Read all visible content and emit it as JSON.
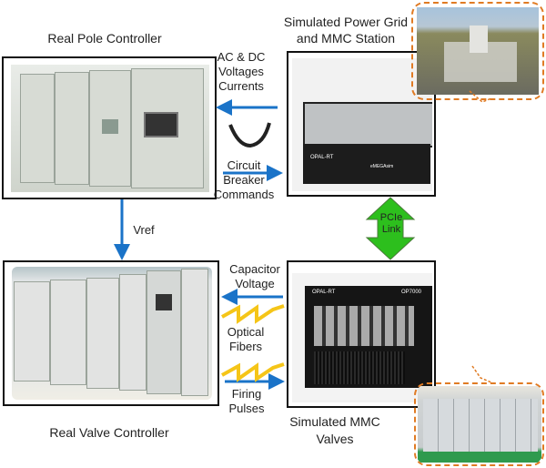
{
  "titles": {
    "pole_controller": "Real Pole Controller",
    "grid_line1": "Simulated Power Grid",
    "grid_line2": "and MMC Station",
    "valve_controller": "Real Valve Controller",
    "mmc_line1": "Simulated MMC",
    "mmc_line2": "Valves"
  },
  "signals": {
    "measurements": [
      "AC & DC",
      "Voltages",
      "Currents"
    ],
    "breaker": [
      "Circuit",
      "Breaker",
      "Commands"
    ],
    "vref": "Vref",
    "pcie": [
      "PCIe",
      "Link"
    ],
    "capacitor": [
      "Capacitor",
      "Voltage"
    ],
    "optical": [
      "Optical",
      "Fibers"
    ],
    "firing": [
      "Firing",
      "Pulses"
    ]
  },
  "devices": {
    "emegasim_brand": "OPAL-RT",
    "emegasim_model": "eMEGAsim",
    "op7000_brand": "OPAL-RT",
    "op7000_model": "OP7000"
  },
  "colors": {
    "arrow_blue": "#1a73c8",
    "pcie_green": "#2dbf1d",
    "fiber_yellow": "#f5c518",
    "callout_orange": "#e07b24"
  }
}
